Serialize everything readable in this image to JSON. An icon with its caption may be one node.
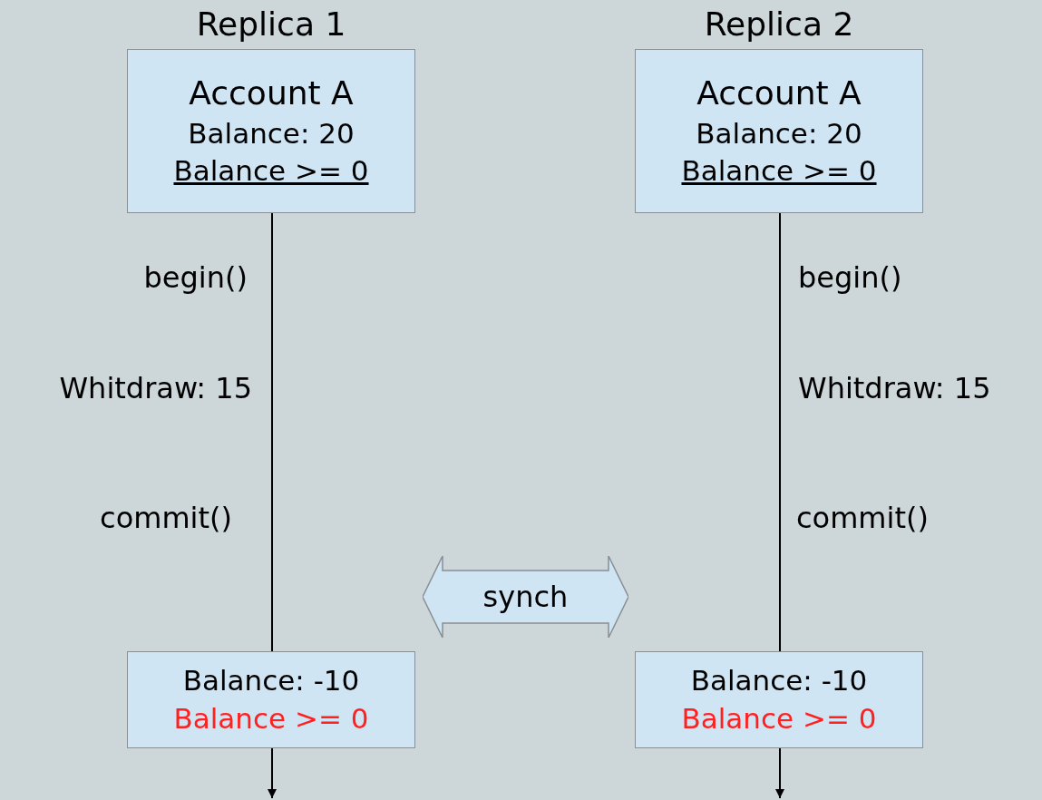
{
  "diagram": {
    "nodes": [
      {
        "text": [
          "Replica 1",
          "Account A",
          "Balance: 20",
          "Balance >= 0"
        ]
      },
      {
        "text": [
          "Replica 2",
          "Account A",
          "Balance: 20",
          "Balance >= 0"
        ]
      },
      {
        "text": [
          "Balance: -10",
          "Balance >= 0"
        ]
      },
      {
        "text": [
          "Balance: -10",
          "Balance >= 0"
        ]
      },
      {
        "text": [
          "synch"
        ]
      }
    ],
    "edges": [
      {
        "from": 0,
        "to": 2,
        "arrow": "none"
      },
      {
        "from": 2,
        "to": null,
        "arrow": "to"
      },
      {
        "from": 1,
        "to": 3,
        "arrow": "none"
      },
      {
        "from": 3,
        "to": null,
        "arrow": "to"
      }
    ],
    "labels": [
      "begin()",
      "begin()",
      "Whitdraw: 15",
      "Whitdraw: 15",
      "commit()",
      "commit()"
    ]
  }
}
